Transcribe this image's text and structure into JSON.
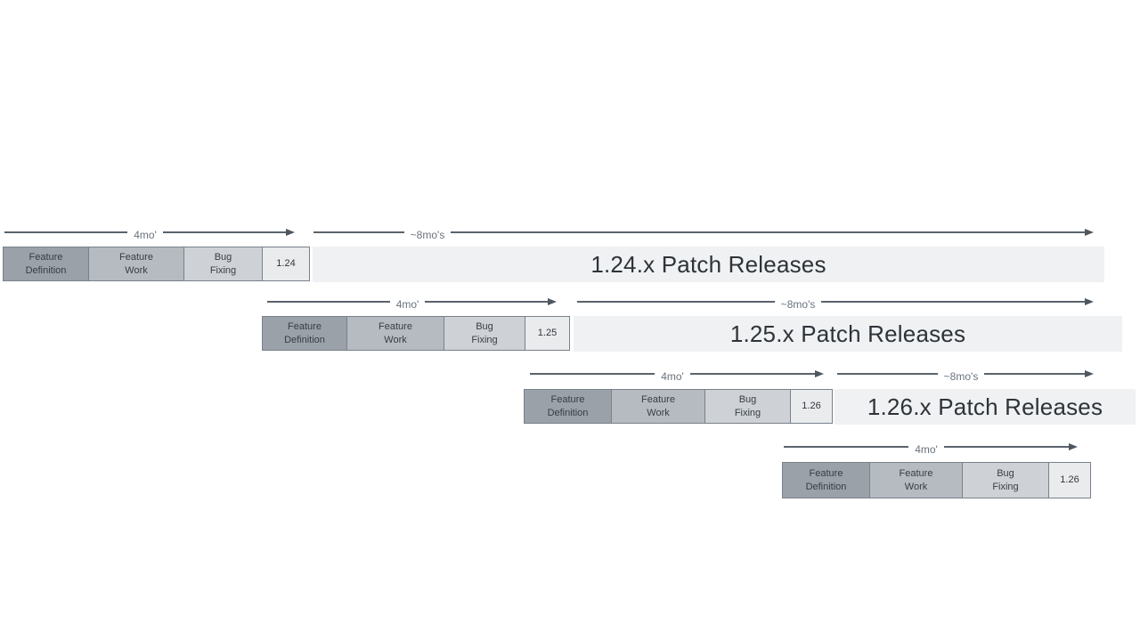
{
  "phases": [
    {
      "line1": "Feature",
      "line2": "Definition"
    },
    {
      "line1": "Feature",
      "line2": "Work"
    },
    {
      "line1": "Bug",
      "line2": "Fixing"
    }
  ],
  "rows": [
    {
      "version": "1.24",
      "dev_duration": "4mo'",
      "patch_duration": "~8mo's",
      "patch_text": "1.24.x Patch Releases"
    },
    {
      "version": "1.25",
      "dev_duration": "4mo'",
      "patch_duration": "~8mo's",
      "patch_text": "1.25.x Patch Releases"
    },
    {
      "version": "1.26",
      "dev_duration": "4mo'",
      "patch_duration": "~8mo's",
      "patch_text": "1.26.x Patch Releases"
    },
    {
      "version": "1.26",
      "dev_duration": "4mo'"
    }
  ],
  "colors": {
    "feature_definition": "#9aa1a8",
    "feature_work": "#b6bbc1",
    "bug_fixing": "#ced2d6",
    "version_box": "#e9ebed",
    "patch_bar": "#eff1f3",
    "arrow": "#5a636c",
    "text_dark": "#2e3338"
  }
}
